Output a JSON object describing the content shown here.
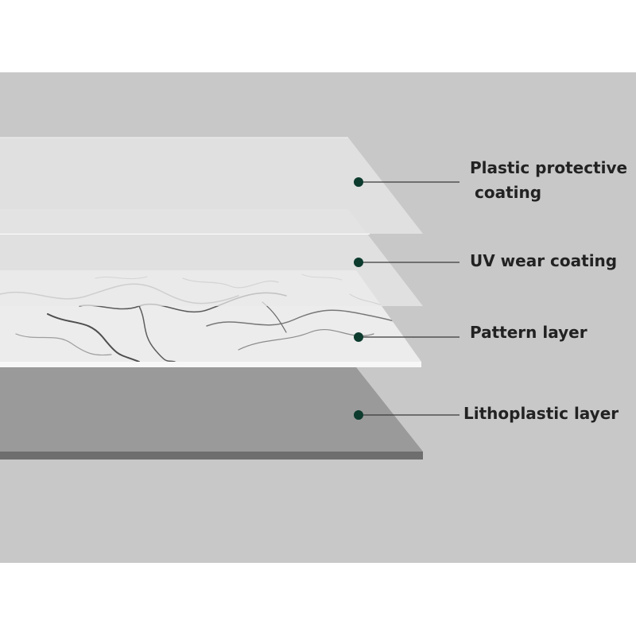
{
  "colors": {
    "background": "#c8c8c8",
    "page": "#ffffff",
    "callout_dot": "#0d3b2e",
    "callout_line": "#3a3a3a",
    "label_text": "#222222",
    "protective_layer": "#e2e2e2",
    "uv_layer": "#e6e6e6",
    "marble_base": "#ededed",
    "marble_vein": "#6a6a6a",
    "litho_layer": "#9a9a9a",
    "litho_edge": "#6e6e6e"
  },
  "layers": [
    {
      "id": "protective",
      "label_line1": "Plastic protective",
      "label_line2": "coating"
    },
    {
      "id": "uv",
      "label": "UV wear coating"
    },
    {
      "id": "pattern",
      "label": "Pattern layer"
    },
    {
      "id": "litho",
      "label": "Lithoplastic layer"
    }
  ]
}
